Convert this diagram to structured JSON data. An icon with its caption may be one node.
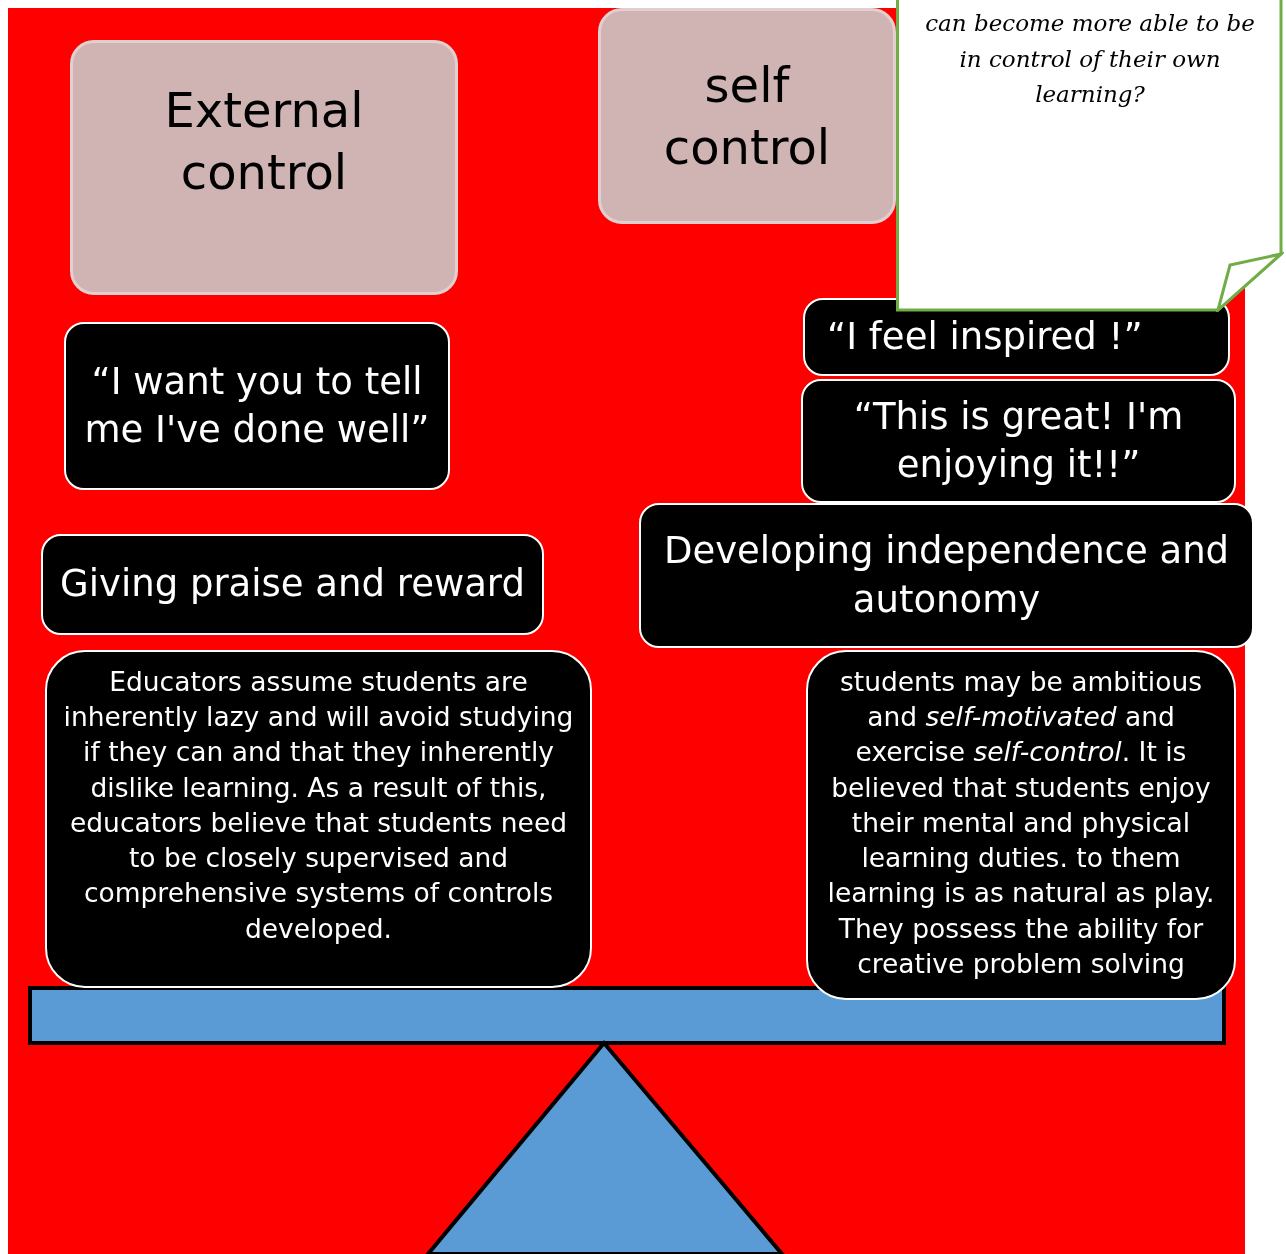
{
  "diagram": {
    "nodes": [
      {
        "text": [
          "External control"
        ]
      },
      {
        "text": [
          "self control"
        ]
      },
      {
        "text": [
          "can become more able to be in control of their own learning?"
        ]
      },
      {
        "text": [
          "“I feel inspired !”"
        ]
      },
      {
        "text": [
          "“I want you to tell me I've done well”"
        ]
      },
      {
        "text": [
          "“This is great! I'm enjoying it!!”"
        ]
      },
      {
        "text": [
          "Giving praise and reward"
        ]
      },
      {
        "text": [
          "Developing independence and autonomy"
        ]
      },
      {
        "text": [
          "Educators assume students are inherently lazy and will avoid studying if they can and that they inherently dislike learning. As a result of this, educators believe that students need to be closely supervised and comprehensive systems of controls developed."
        ]
      },
      {
        "text": [
          "students may be ambitious and *self-motivated* and exercise *self-control*. It is believed that students enjoy their mental and physical learning duties.  to them learning is as natural as play. They possess the ability for creative problem solving"
        ]
      }
    ]
  }
}
